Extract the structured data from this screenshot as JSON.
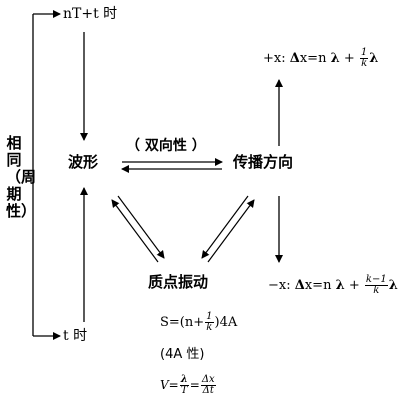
{
  "nodes": {
    "top_label": "nT+t 时",
    "bottom_label": "t 时",
    "side_label": "相同（周期性）",
    "waveform": "波形",
    "bidirectional": "（ 双向性 ）",
    "propagation": "传播方向",
    "particle_vibration": "质点振动"
  },
  "formulas": {
    "plus_x": {
      "prefix": "+x:",
      "delta": "Δ",
      "body": "x=n",
      "lambda1": "λ",
      "plus": "+",
      "frac_num": "1",
      "frac_den": "k",
      "lambda2": "λ"
    },
    "minus_x": {
      "prefix": "−x:",
      "delta": "Δ",
      "body": "x=n",
      "lambda1": "λ",
      "plus": "+",
      "frac_num": "k−1",
      "frac_den": "k",
      "lambda2": "λ"
    },
    "distance": {
      "prefix": "S=(n+",
      "frac_num": "1",
      "frac_den": "k",
      "suffix": ")4A"
    },
    "fourA": "(4A 性)",
    "velocity": {
      "lhs": "V=",
      "num1": "λ",
      "den1": "T",
      "eq": "=",
      "num2": "Δx",
      "den2": "Δt"
    }
  }
}
